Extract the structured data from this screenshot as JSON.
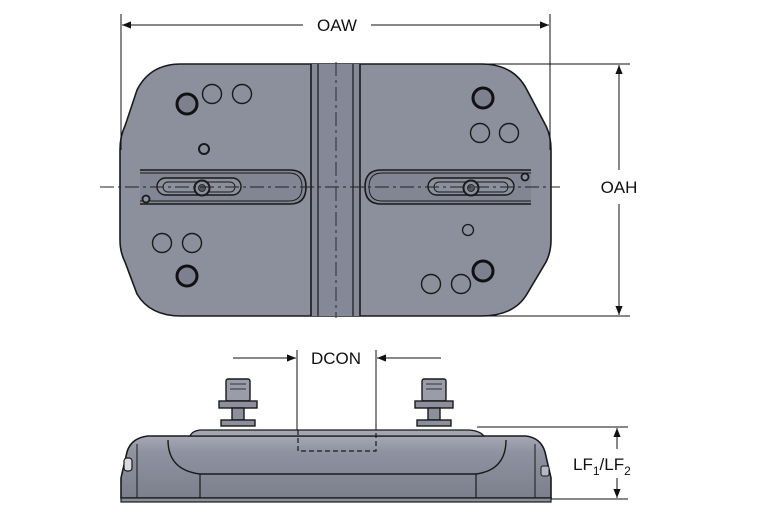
{
  "dimensions": {
    "oaw": "OAW",
    "oah": "OAH",
    "dcon": "DCON",
    "lf_main": "LF",
    "lf_sub_1": "1",
    "lf_separator": "/",
    "lf_sub_2": "2"
  },
  "colors": {
    "body_fill": "#8c8f9c",
    "body_fill_dark": "#777a88",
    "edge": "#1a1a1a",
    "highlight": "#b9bcc6",
    "line": "#111111"
  }
}
